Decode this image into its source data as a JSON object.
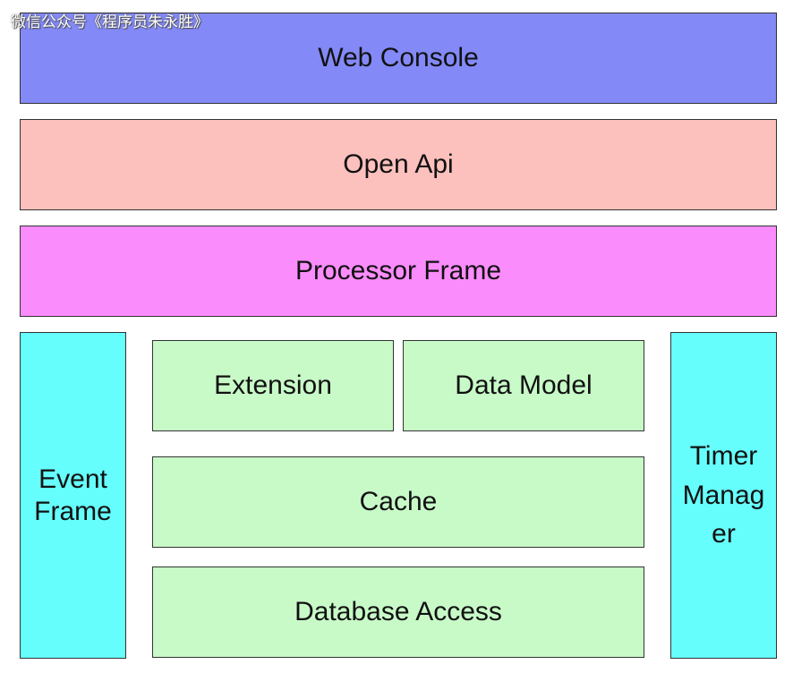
{
  "watermark": "微信公众号《程序员朱永胜》",
  "colors": {
    "web_console": "#8389f6",
    "open_api": "#fcc0bd",
    "processor_frame": "#fa8cfb",
    "side_frames": "#66fdfd",
    "core_modules": "#c8fac8"
  },
  "layers": {
    "web_console": "Web Console",
    "open_api": "Open Api",
    "processor_frame": "Processor Frame"
  },
  "side": {
    "event_frame": "Event Frame",
    "timer_manager": "Timer Manager"
  },
  "modules": {
    "extension": "Extension",
    "data_model": "Data Model",
    "cache": "Cache",
    "database_access": "Database Access"
  }
}
